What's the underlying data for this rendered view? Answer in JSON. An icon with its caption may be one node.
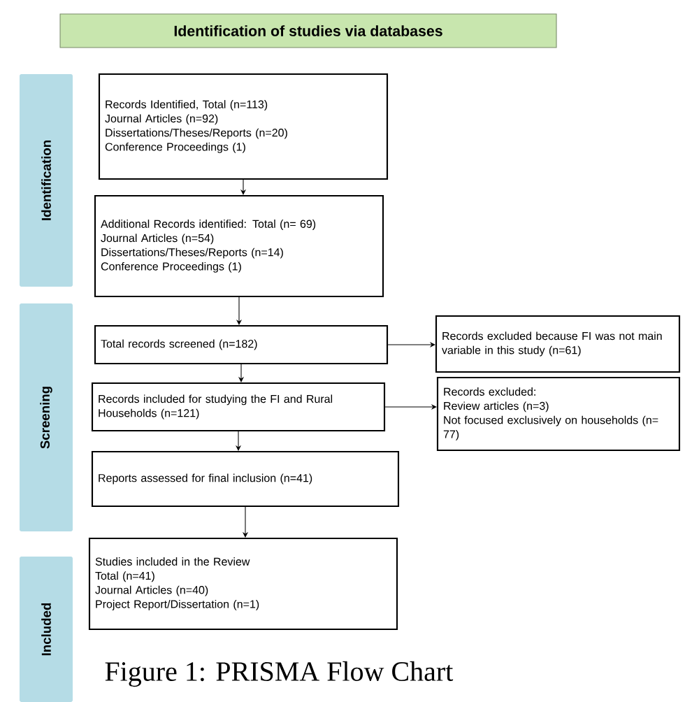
{
  "diagram": {
    "caption": "Figure 1: PRISMA Flow Chart",
    "nodes": [
      {
        "text": [
          "Identification of studies via databases"
        ]
      },
      {
        "text": [
          "Identification"
        ]
      },
      {
        "text": [
          "Records Identified, Total (n=113)",
          "Journal Articles (n=92)",
          "Dissertations/Theses/Reports (n=20)",
          "Conference Proceedings (1)"
        ]
      },
      {
        "text": [
          "Additional Records identified: Total (n= 69)",
          "Journal Articles (n=54)",
          "Dissertations/Theses/Reports (n=14)",
          "Conference Proceedings (1)"
        ]
      },
      {
        "text": [
          "Screening"
        ]
      },
      {
        "text": [
          "Total records screened (n=182)"
        ]
      },
      {
        "text": [
          "Records excluded because FI was not main variable in this study (n=61)"
        ]
      },
      {
        "text": [
          "Records included for studying the FI and Rural Households (n=121)"
        ]
      },
      {
        "text": [
          "Records excluded:",
          "Review articles (n=3)",
          "Not focused exclusively on households (n= 77)"
        ]
      },
      {
        "text": [
          "Reports assessed for final inclusion (n=41)"
        ]
      },
      {
        "text": [
          "Included"
        ]
      },
      {
        "text": [
          "Studies included in the Review",
          "Total (n=41)",
          "Journal Articles (n=40)",
          "Project Report/Dissertation (n=1)"
        ]
      }
    ],
    "edges": [
      {
        "from": 2,
        "to": 3,
        "arrow": "to"
      },
      {
        "from": 3,
        "to": 5,
        "arrow": "to"
      },
      {
        "from": 5,
        "to": 6,
        "arrow": "to"
      },
      {
        "from": 5,
        "to": 7,
        "arrow": "to"
      },
      {
        "from": 7,
        "to": 8,
        "arrow": "to"
      },
      {
        "from": 7,
        "to": 9,
        "arrow": "to"
      },
      {
        "from": 9,
        "to": 11,
        "arrow": "to"
      }
    ]
  }
}
